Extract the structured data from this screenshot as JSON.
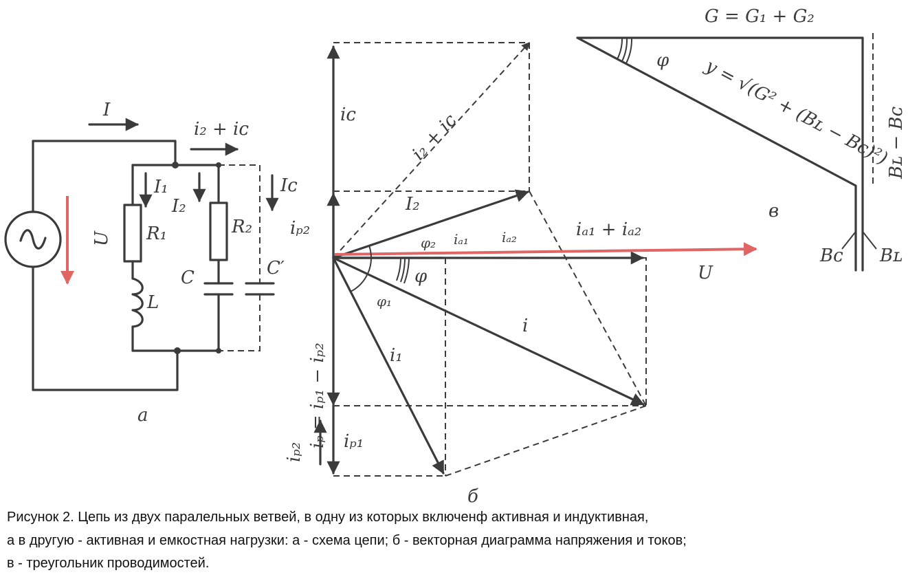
{
  "colors": {
    "ink": "#3b3b3b",
    "accent": "#e06666"
  },
  "labels": {
    "current_total": "I",
    "voltage": "U",
    "source": "~",
    "branch_current": "i₂ + iᴄ",
    "i1": "I₁",
    "i2": "I₂",
    "ic_branch": "Iᴄ",
    "r1": "R₁",
    "r2": "R₂",
    "l": "L",
    "c": "C",
    "c_prime": "C′",
    "circuit_letter": "a",
    "ic_vec": "iᴄ",
    "i2_ic_vec": "i₂ + iᴄ",
    "ip2_top": "iₚ₂",
    "ip_eq": "iₚ = iₚ₁ − iₚ₂",
    "i2_vec": "I₂",
    "phi2": "φ₂",
    "ia1": "iₐ₁",
    "ia2": "iₐ₂",
    "ia_sum": "iₐ₁ + iₐ₂",
    "phi": "φ",
    "phi1": "φ₁",
    "i_vec": "i",
    "i1_vec": "i₁",
    "u_vec": "U",
    "ip2_bottom": "iₚ₂",
    "ip1": "iₚ₁",
    "vector_letter": "б",
    "g_sum": "G = G₁ + G₂",
    "tri_phi": "φ",
    "y_formula": "y = √(G² + (Bʟ − Bᴄ)²)",
    "bl_bc": "Bʟ − Bᴄ",
    "bc": "Bᴄ",
    "bl": "Bʟ",
    "triangle_letter": "в"
  },
  "caption": {
    "line1": "Рисунок 2. Цепь  из двух паралельных ветвей, в одну из которых включенф активная и индуктивная,",
    "line2": "а в другую - активная и емкостная нагрузки: а - схема цепи; б - векторная диаграмма напряжения и токов;",
    "line3": "в - треугольник проводимостей."
  }
}
